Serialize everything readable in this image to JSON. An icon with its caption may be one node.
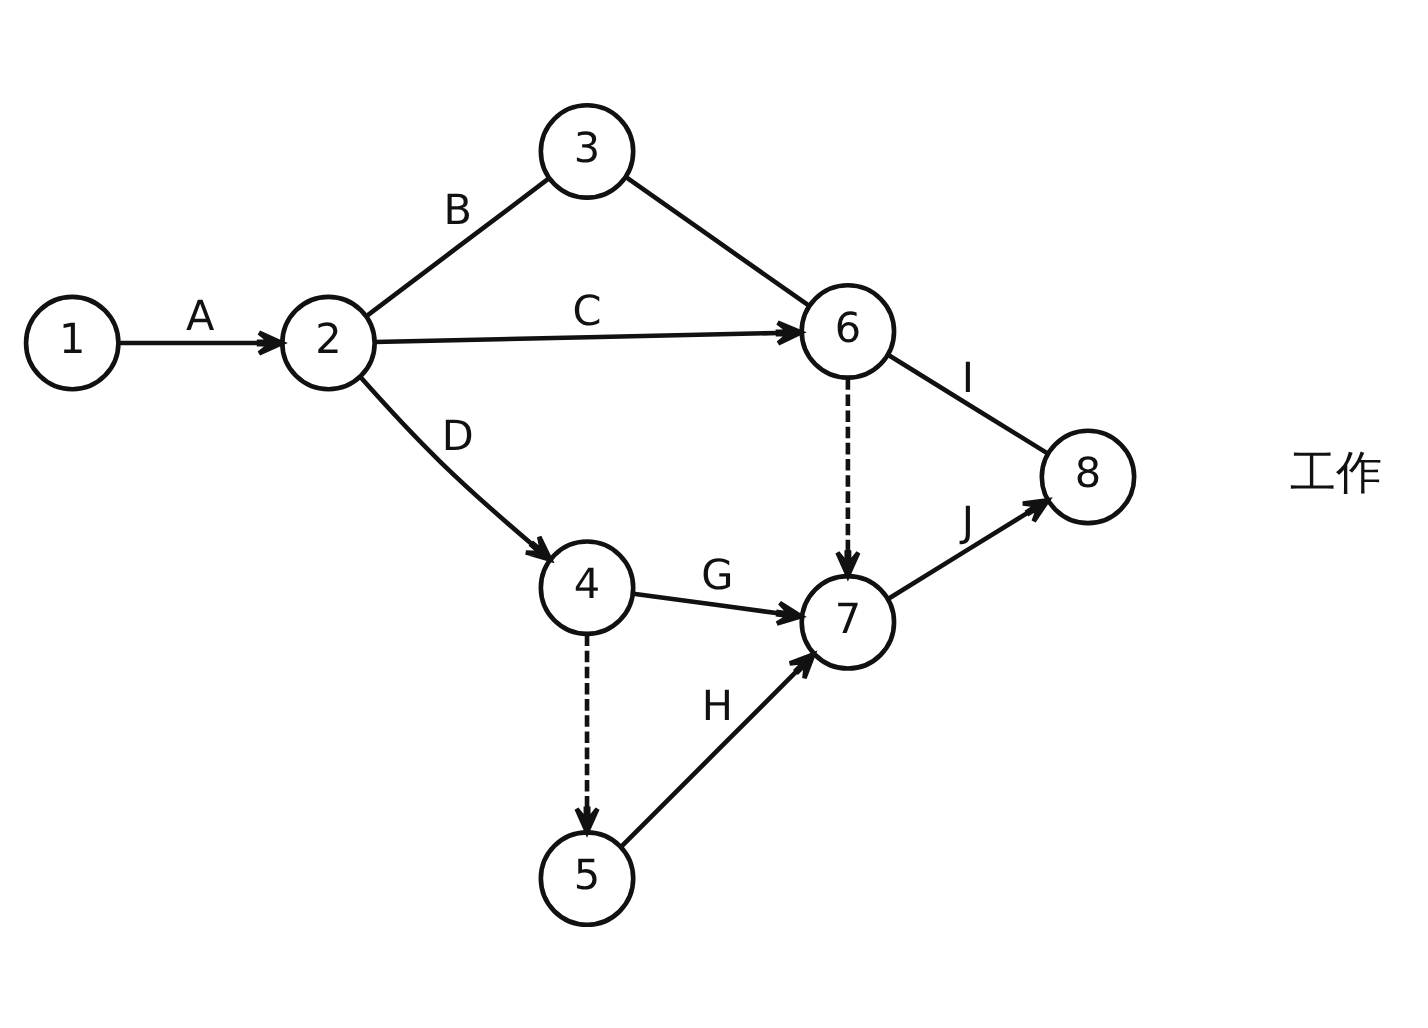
{
  "diagram": {
    "nodes": [
      {
        "text": [
          "1"
        ]
      },
      {
        "text": [
          "2"
        ]
      },
      {
        "text": [
          "3"
        ]
      },
      {
        "text": [
          "4"
        ]
      },
      {
        "text": [
          "5"
        ]
      },
      {
        "text": [
          "6"
        ]
      },
      {
        "text": [
          "7"
        ]
      },
      {
        "text": [
          "8"
        ]
      }
    ],
    "edges": [
      {
        "from": 0,
        "to": 1,
        "arrow": "to",
        "label": "A"
      },
      {
        "from": 1,
        "to": 5,
        "arrow": "to",
        "label": "C"
      },
      {
        "from": 1,
        "to": 2,
        "arrow": "none",
        "label": "B"
      },
      {
        "from": 2,
        "to": 5,
        "arrow": "none"
      },
      {
        "from": 5,
        "to": 7,
        "arrow": "none",
        "label": "I"
      },
      {
        "from": 5,
        "to": 6,
        "arrow": "to",
        "style": "dashed"
      },
      {
        "from": 1,
        "to": 3,
        "arrow": "to",
        "label": "D"
      },
      {
        "from": 3,
        "to": 6,
        "arrow": "to",
        "label": "G"
      },
      {
        "from": 6,
        "to": 7,
        "arrow": "to",
        "label": "J"
      },
      {
        "from": 3,
        "to": 4,
        "arrow": "to",
        "style": "dashed"
      },
      {
        "from": 4,
        "to": 6,
        "arrow": "to",
        "label": "H"
      }
    ],
    "labels": [
      "工作"
    ]
  }
}
